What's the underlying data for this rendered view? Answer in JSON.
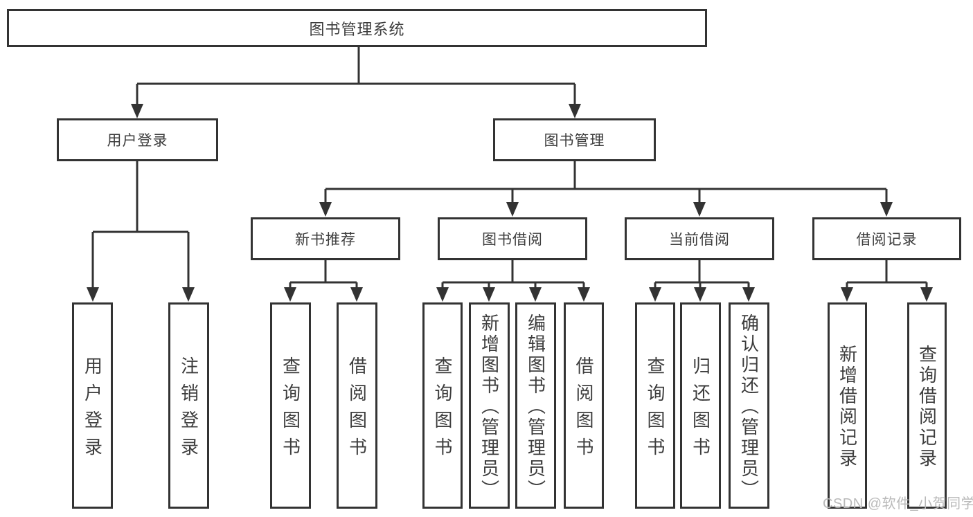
{
  "diagram": {
    "title": "图书管理系统",
    "branches": [
      {
        "label": "用户登录",
        "children": [
          {
            "label": "用户登录"
          },
          {
            "label": "注销登录"
          }
        ]
      },
      {
        "label": "图书管理",
        "children": [
          {
            "label": "新书推荐",
            "children": [
              {
                "label": "查询图书"
              },
              {
                "label": "借阅图书"
              }
            ]
          },
          {
            "label": "图书借阅",
            "children": [
              {
                "label": "查询图书"
              },
              {
                "label": "新增图书（管理员）"
              },
              {
                "label": "编辑图书（管理员）"
              },
              {
                "label": "借阅图书"
              }
            ]
          },
          {
            "label": "当前借阅",
            "children": [
              {
                "label": "查询图书"
              },
              {
                "label": "归还图书"
              },
              {
                "label": "确认归还（管理员）"
              }
            ]
          },
          {
            "label": "借阅记录",
            "children": [
              {
                "label": "新增借阅记录"
              },
              {
                "label": "查询借阅记录"
              }
            ]
          }
        ]
      }
    ]
  },
  "watermark": "CSDN @软件_小贺同学",
  "colors": {
    "line": "#333333",
    "box_border": "#333333",
    "text": "#3d3d3d",
    "watermark_text": "#b9b9b9",
    "background": "#ffffff"
  }
}
